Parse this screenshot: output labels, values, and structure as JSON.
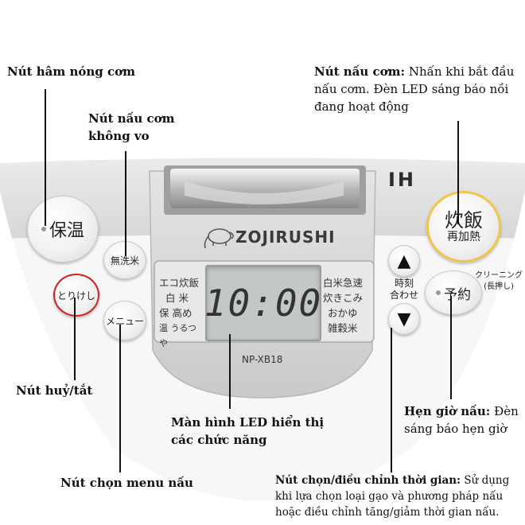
{
  "callouts": {
    "keep_warm_title": "Nút hâm nóng cơm",
    "no_wash_title_1": "Nút nấu cơm",
    "no_wash_title_2": "không vo",
    "cook_title": "Nút nấu cơm:",
    "cook_desc_1": " Nhấn khi bắt đầu",
    "cook_desc_2": "nấu cơm. Đèn LED sáng báo nồi",
    "cook_desc_3": "đang hoạt động",
    "cancel_title": "Nút huỷ/tắt",
    "display_title_1": "Màn hình LED hiển thị",
    "display_title_2": "các chức năng",
    "timer_title": "Hẹn giờ nấu:",
    "timer_desc_1": " Đèn",
    "timer_desc_2": "sáng báo hẹn giờ",
    "menu_title": "Nút chọn menu nấu",
    "time_adjust_title": "Nút chọn/điều chỉnh thời gian:",
    "time_adjust_desc_1": " Sử dụng",
    "time_adjust_desc_2": "khi lựa chọn loại gạo và phương pháp nấu",
    "time_adjust_desc_3": "hoặc điều chỉnh tăng/giảm thời gian nấu."
  },
  "panel": {
    "brand": "ZOJIRUSHI",
    "ih": "IH",
    "model": "NP-XB18",
    "display_time": "10:00",
    "keep_warm_button": "保温",
    "no_wash_button": "無洗米",
    "cancel_button": "とりけし",
    "menu_button": "メニュー",
    "cook_button_main": "炊飯",
    "cook_button_sub": "再加熱",
    "timer_button": "予約",
    "time_label_1": "時刻",
    "time_label_2": "合わせ",
    "cleaning_label_1": "クリーニング",
    "cleaning_label_2": "(長押し)",
    "left_menu": [
      "エコ炊飯",
      "白 米",
      "保 高め",
      "温 うるつや"
    ],
    "right_menu": [
      "白米急速",
      "炊きこみ",
      "おかゆ",
      "雑穀米"
    ]
  },
  "colors": {
    "panel_silver": "#d7d8d7",
    "cook_ring": "#f0c64a",
    "cancel_ring": "#cc2222"
  }
}
